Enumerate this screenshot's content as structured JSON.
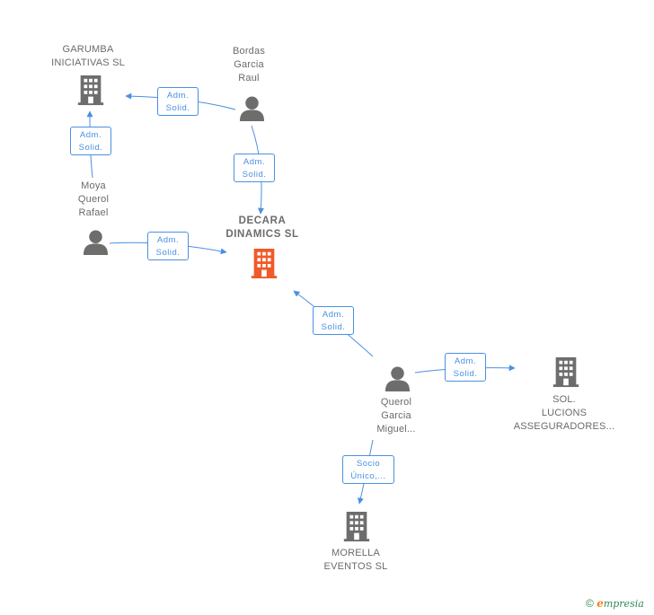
{
  "nodes": {
    "garumba": {
      "kind": "company",
      "lines": [
        "GARUMBA",
        "INICIATIVAS SL"
      ]
    },
    "bordas": {
      "kind": "person",
      "lines": [
        "Bordas",
        "Garcia",
        "Raul"
      ]
    },
    "moya": {
      "kind": "person",
      "lines": [
        "Moya",
        "Querol",
        "Rafael"
      ]
    },
    "decara": {
      "kind": "company",
      "main": true,
      "lines": [
        "DECARA",
        "DINAMICS SL"
      ]
    },
    "querol": {
      "kind": "person",
      "lines": [
        "Querol",
        "Garcia",
        "Miguel..."
      ]
    },
    "sol": {
      "kind": "company",
      "lines": [
        "SOL.",
        "LUCIONS",
        "ASSEGURADORES..."
      ]
    },
    "morella": {
      "kind": "company",
      "lines": [
        "MORELLA",
        "EVENTOS SL"
      ]
    }
  },
  "edges": {
    "bordas_garumba": {
      "lines": [
        "Adm.",
        "Solid."
      ]
    },
    "moya_garumba": {
      "lines": [
        "Adm.",
        "Solid."
      ]
    },
    "bordas_decara": {
      "lines": [
        "Adm.",
        "Solid."
      ]
    },
    "moya_decara": {
      "lines": [
        "Adm.",
        "Solid."
      ]
    },
    "querol_decara": {
      "lines": [
        "Adm.",
        "Solid."
      ]
    },
    "querol_sol": {
      "lines": [
        "Adm.",
        "Solid."
      ]
    },
    "querol_morella": {
      "lines": [
        "Socio",
        "Único,..."
      ]
    }
  },
  "colors": {
    "edge": "#4a90e2",
    "icon": "#6d6d6d",
    "main_icon": "#f05a28",
    "text": "#6b6b6b"
  },
  "footer": {
    "copyright": "©",
    "brand_initial": "e",
    "brand_rest": "mpresia"
  }
}
